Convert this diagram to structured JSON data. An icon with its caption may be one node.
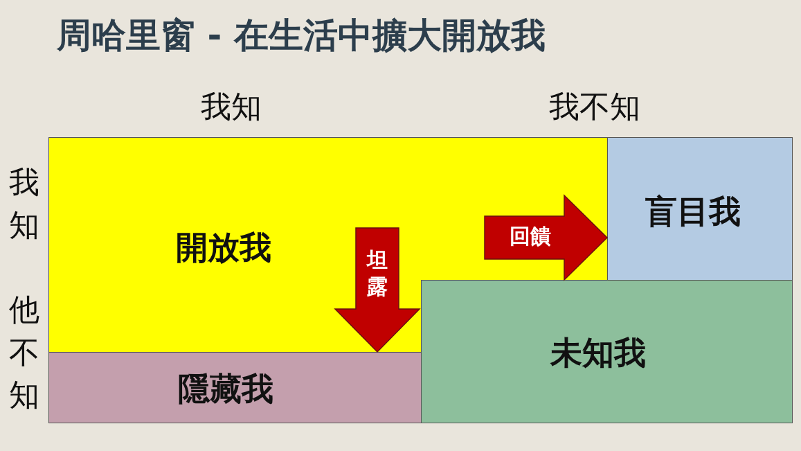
{
  "diagram": {
    "title": "周哈里窗 - 在生活中擴大開放我",
    "nodes": [
      {
        "text": [
          "開放我"
        ]
      },
      {
        "text": [
          "盲目我"
        ]
      },
      {
        "text": [
          "隱藏我"
        ]
      },
      {
        "text": [
          "未知我"
        ]
      }
    ],
    "edges": [
      {
        "from": 0,
        "to": 2,
        "arrow": "to",
        "label": "坦露"
      },
      {
        "from": 0,
        "to": 1,
        "arrow": "to",
        "label": "回饋"
      }
    ],
    "labels": [
      "我知",
      "我不知",
      "我知",
      "他不知"
    ]
  }
}
